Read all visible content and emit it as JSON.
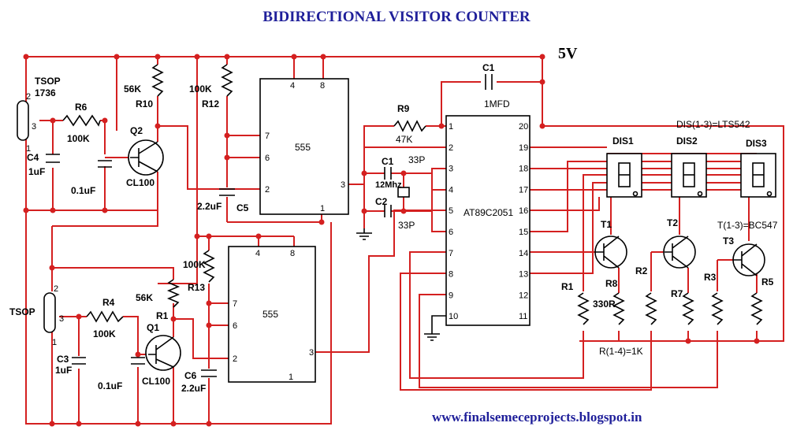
{
  "title": "BIDIRECTIONAL VISITOR COUNTER",
  "supply": "5V",
  "website": "www.finalsemeceprojects.blogspot.in",
  "sensors": {
    "top": {
      "name": "TSOP",
      "part": "1736"
    },
    "bottom": {
      "name": "TSOP"
    }
  },
  "resistors": {
    "R6": {
      "ref": "R6",
      "value": "100K"
    },
    "R10": {
      "ref": "R10",
      "value": "56K"
    },
    "R12": {
      "ref": "R12",
      "value": "100K"
    },
    "R9": {
      "ref": "R9",
      "value": "47K"
    },
    "R4": {
      "ref": "R4",
      "value": "100K"
    },
    "R1a": {
      "ref": "R1",
      "value": "56K"
    },
    "R13": {
      "ref": "R13",
      "value": "100K"
    },
    "R1b": {
      "ref": "R1"
    },
    "R8": {
      "ref": "R8",
      "value": "330R"
    },
    "R2": {
      "ref": "R2"
    },
    "R7": {
      "ref": "R7"
    },
    "R3": {
      "ref": "R3"
    },
    "R5": {
      "ref": "R5"
    }
  },
  "capacitors": {
    "C4": {
      "ref": "C4",
      "value": "1uF"
    },
    "C_top_01": {
      "value": "0.1uF"
    },
    "C5": {
      "ref": "C5",
      "value": "2.2uF"
    },
    "C1_main": {
      "ref": "C1",
      "value": "1MFD"
    },
    "C1_xtal": {
      "ref": "C1",
      "value": "33P"
    },
    "C2_xtal": {
      "ref": "C2",
      "value": "33P"
    },
    "C3": {
      "ref": "C3",
      "value": "1uF"
    },
    "C_bot_01": {
      "value": "0.1uF"
    },
    "C6": {
      "ref": "C6",
      "value": "2.2uF"
    }
  },
  "transistors": {
    "Q2": {
      "ref": "Q2",
      "part": "CL100"
    },
    "Q1": {
      "ref": "Q1",
      "part": "CL100"
    },
    "T1": {
      "ref": "T1"
    },
    "T2": {
      "ref": "T2"
    },
    "T3": {
      "ref": "T3"
    },
    "note": "T(1-3)=BC547"
  },
  "crystal": "12Mhz",
  "timers": [
    {
      "label": "555",
      "pins": {
        "p4": "4",
        "p8": "8",
        "p7": "7",
        "p6": "6",
        "p2": "2",
        "p3": "3",
        "p1": "1"
      }
    },
    {
      "label": "555",
      "pins": {
        "p4": "4",
        "p8": "8",
        "p7": "7",
        "p6": "6",
        "p2": "2",
        "p3": "3",
        "p1": "1"
      }
    }
  ],
  "mcu": {
    "label": "AT89C2051",
    "left_pins": [
      "1",
      "2",
      "3",
      "4",
      "5",
      "6",
      "7",
      "8",
      "9",
      "10"
    ],
    "right_pins": [
      "20",
      "19",
      "18",
      "17",
      "16",
      "15",
      "14",
      "13",
      "12",
      "11"
    ]
  },
  "displays": {
    "labels": [
      "DIS1",
      "DIS2",
      "DIS3"
    ],
    "note": "DIS(1-3)=LTS542"
  },
  "notes": {
    "r_note": "R(1-4)=1K"
  }
}
